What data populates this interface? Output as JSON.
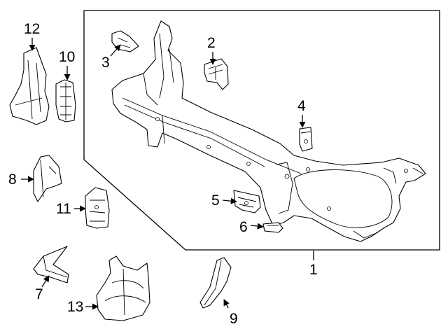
{
  "diagram": {
    "callouts": [
      "1",
      "2",
      "3",
      "4",
      "5",
      "6",
      "7",
      "8",
      "9",
      "10",
      "11",
      "12",
      "13"
    ],
    "colors": {
      "line": "#000000",
      "background": "#ffffff",
      "part_fill": "#ffffff"
    }
  }
}
